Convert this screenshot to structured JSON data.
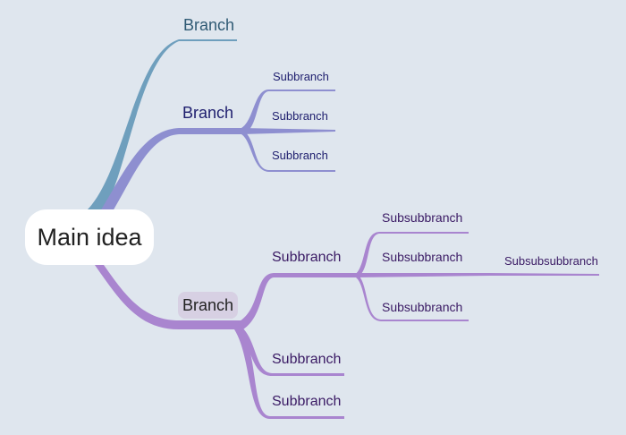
{
  "root": {
    "label": "Main idea"
  },
  "branches": [
    {
      "label": "Branch",
      "color": "#6f9fbd",
      "children": []
    },
    {
      "label": "Branch",
      "color": "#8e8fd0",
      "children": [
        {
          "label": "Subbranch"
        },
        {
          "label": "Subbranch"
        },
        {
          "label": "Subbranch"
        }
      ]
    },
    {
      "label": "Branch",
      "color": "#a985cf",
      "selected": true,
      "children": [
        {
          "label": "Subbranch",
          "children": [
            {
              "label": "Subsubbranch"
            },
            {
              "label": "Subsubbranch",
              "children": [
                {
                  "label": "Subsubsubbranch"
                }
              ]
            },
            {
              "label": "Subsubbranch"
            }
          ]
        },
        {
          "label": "Subbranch"
        },
        {
          "label": "Subbranch"
        }
      ]
    }
  ],
  "colors": {
    "background": "#dfe6ee",
    "branch_teal": "#6f9fbd",
    "branch_blue": "#8e8fd0",
    "branch_purple": "#a985cf",
    "selection": "#d7d0e3"
  }
}
